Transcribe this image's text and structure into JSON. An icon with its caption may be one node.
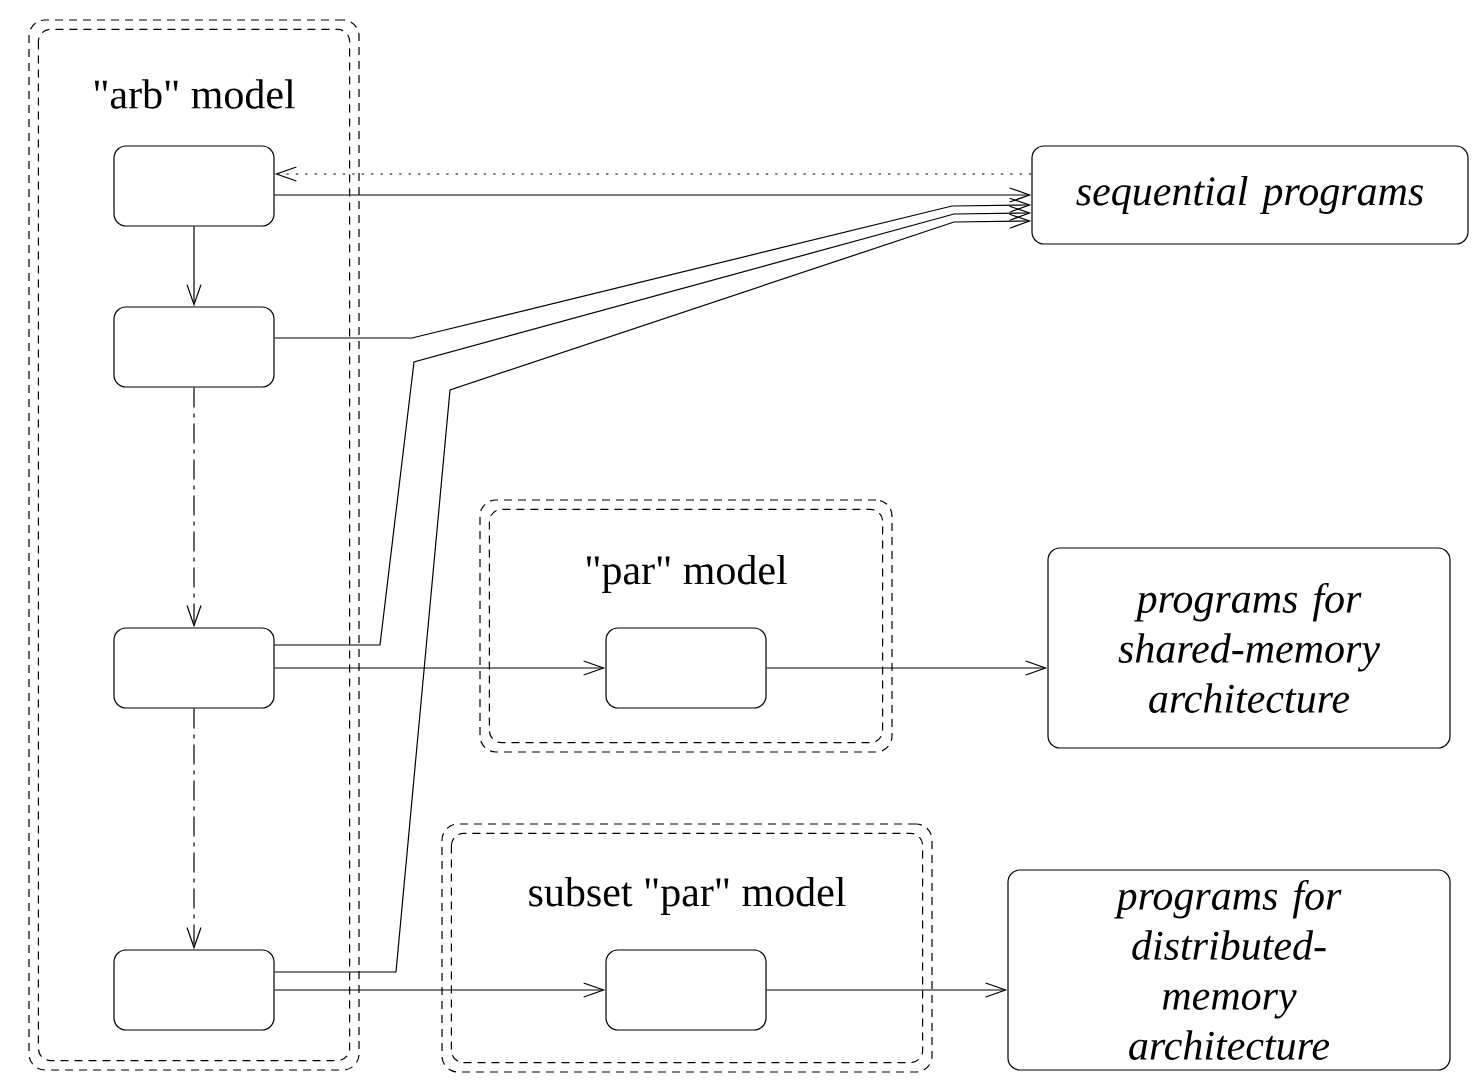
{
  "diagram": {
    "nodes": [
      {
        "text": [
          "\"arb\" model"
        ]
      },
      {
        "text": [],
        "shape": "box",
        "in": 0
      },
      {
        "text": [],
        "shape": "box",
        "in": 0
      },
      {
        "text": [],
        "shape": "box",
        "in": 0
      },
      {
        "text": [],
        "shape": "box",
        "in": 0
      },
      {
        "text": [
          "sequential programs"
        ]
      },
      {
        "text": [
          "\"par\" model"
        ]
      },
      {
        "text": [],
        "shape": "box",
        "in": 6
      },
      {
        "text": [
          "programs for shared-memory architecture"
        ]
      },
      {
        "text": [
          "subset \"par\" model"
        ]
      },
      {
        "text": [],
        "shape": "box",
        "in": 9
      },
      {
        "text": [
          "programs for distributed-memory architecture"
        ]
      }
    ],
    "edges": [
      {
        "from": 1,
        "to": 2,
        "arrow": "to"
      },
      {
        "from": 2,
        "to": 3,
        "arrow": "to",
        "style": "dashed"
      },
      {
        "from": 3,
        "to": 4,
        "arrow": "to",
        "style": "dashed"
      },
      {
        "from": 5,
        "to": 1,
        "arrow": "to",
        "style": "dashed"
      },
      {
        "from": 1,
        "to": 5,
        "arrow": "to"
      },
      {
        "from": 2,
        "to": 5,
        "arrow": "to"
      },
      {
        "from": 3,
        "to": 5,
        "arrow": "to"
      },
      {
        "from": 4,
        "to": 5,
        "arrow": "to"
      },
      {
        "from": 3,
        "to": 7,
        "arrow": "to"
      },
      {
        "from": 7,
        "to": 8,
        "arrow": "to"
      },
      {
        "from": 4,
        "to": 10,
        "arrow": "to"
      },
      {
        "from": 10,
        "to": 11,
        "arrow": "to"
      }
    ]
  }
}
